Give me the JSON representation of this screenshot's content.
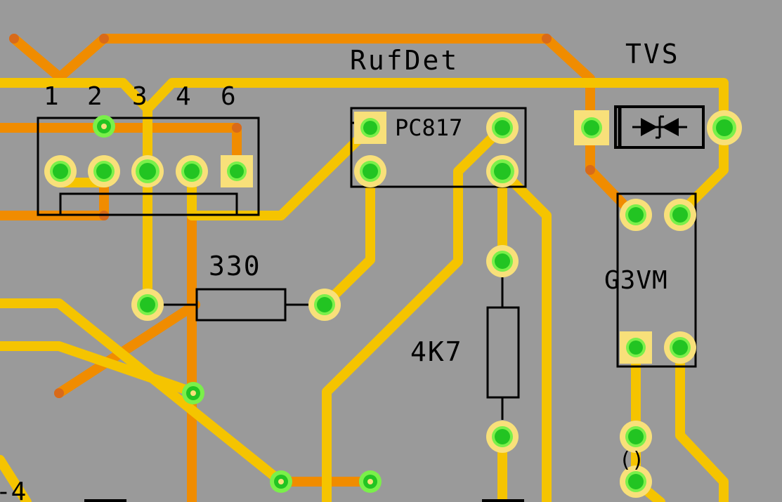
{
  "labels": {
    "board_name": "RufDet",
    "tvs": "TVS",
    "optocoupler": "PC817",
    "relay": "G3VM",
    "resistor_330": "330",
    "resistor_4k7": "4K7",
    "pin_1": "1",
    "pin_2": "2",
    "pin_3": "3",
    "pin_4": "4",
    "pin_6": "6",
    "partial_left": "-4",
    "partial_bottom": "()"
  },
  "colors": {
    "background": "#9a9a9a",
    "top_trace": "#f5c400",
    "bottom_trace": "#f08c00",
    "pad_ring": "#f8e07a",
    "pad_fill": "#22c422",
    "pad_glow": "#7af04a",
    "silkscreen": "#000000"
  }
}
